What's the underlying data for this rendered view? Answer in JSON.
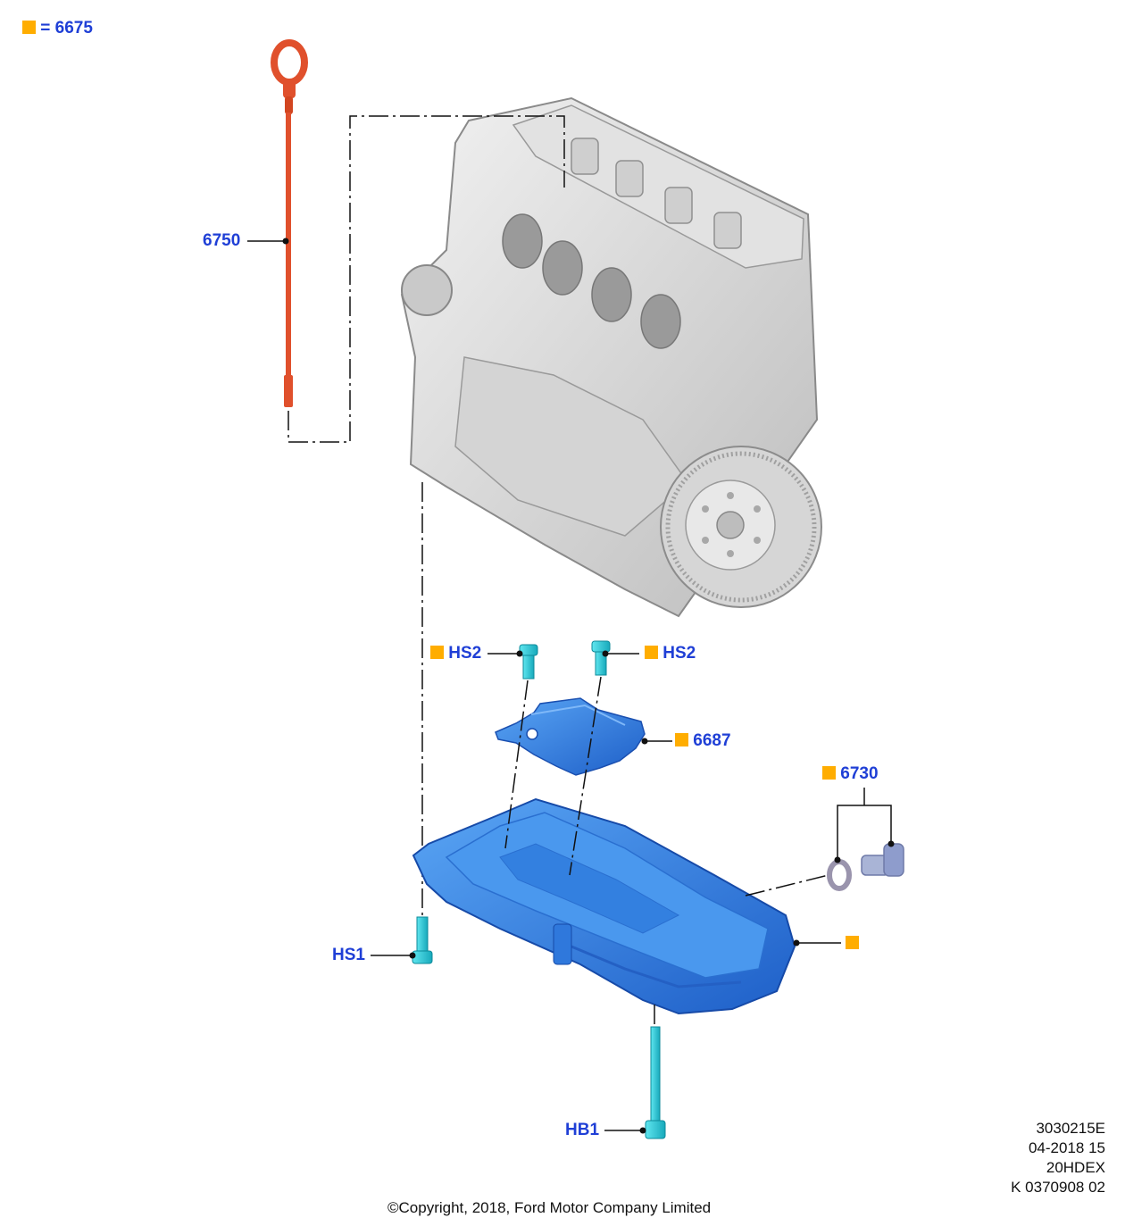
{
  "legend": {
    "symbol": "=",
    "code": "6675"
  },
  "callouts": {
    "dipstick": "6750",
    "bolt_top_left": "HS2",
    "bolt_top_right": "HS2",
    "baffle": "6687",
    "drain_plug": "6730",
    "side_bolt": "HS1",
    "bottom_bolt": "HB1"
  },
  "metadata": {
    "ref": "3030215E",
    "date": "04-2018 15",
    "engine": "20HDEX",
    "code": "K 0370908 02"
  },
  "copyright": "©Copyright, 2018, Ford Motor Company Limited",
  "colors": {
    "label": "#1f3fd6",
    "marker": "#ffad00",
    "dipstick": "#e0502c",
    "oil_pan": "#3b82e6",
    "fastener": "#28c8d8",
    "engine": "#d8d8d8"
  }
}
